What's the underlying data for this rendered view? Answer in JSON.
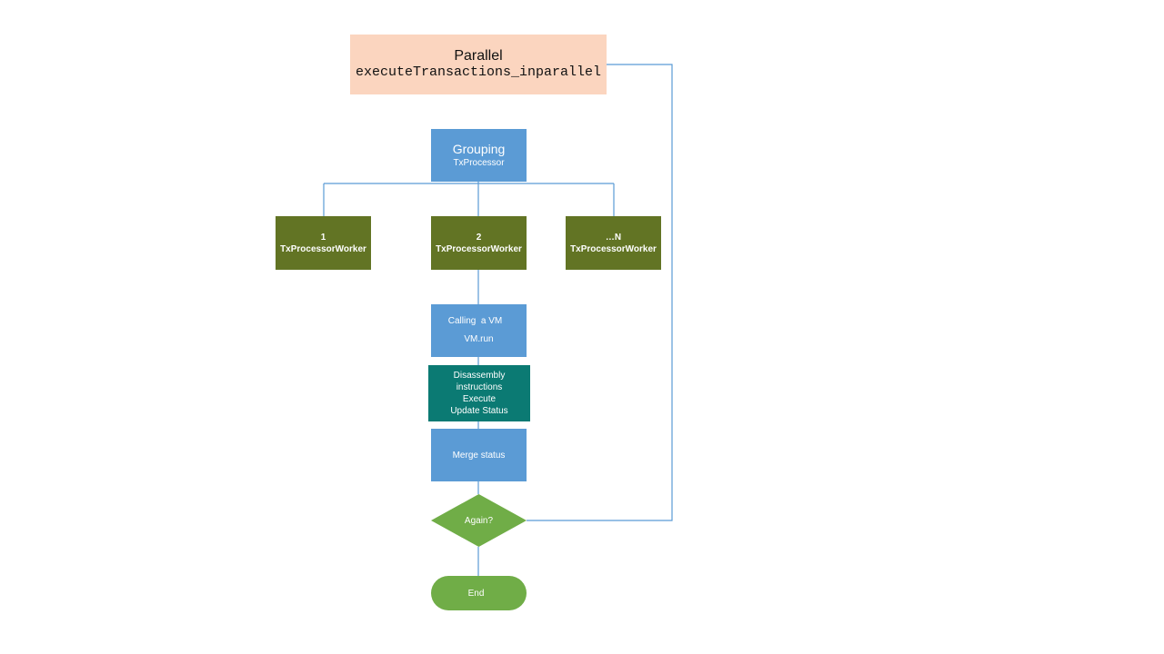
{
  "nodes": {
    "parallel": {
      "title": "Parallel",
      "function": "executeTransactions_inparallel"
    },
    "grouping": {
      "title": "Grouping",
      "subtitle": "TxProcessor"
    },
    "workers": [
      {
        "index": "1",
        "label": "TxProcessorWorker"
      },
      {
        "index": "2",
        "label": "TxProcessorWorker"
      },
      {
        "index": "…N",
        "label": "TxProcessorWorker"
      }
    ],
    "vm_call": {
      "title": "Calling  a VM",
      "method": "VM.run"
    },
    "execute": {
      "lines": [
        "Disassembly",
        "instructions",
        "Execute",
        "Update Status"
      ]
    },
    "merge": {
      "label": "Merge status"
    },
    "decision": {
      "label": "Again?"
    },
    "end": {
      "label": "End"
    }
  },
  "colors": {
    "parallel_fill": "#fbd5bf",
    "process_fill": "#5b9bd5",
    "worker_fill": "#627424",
    "execute_fill": "#0b7a73",
    "decision_fill": "#70ad47",
    "terminal_fill": "#70ad47",
    "connector": "#5b9bd5"
  }
}
